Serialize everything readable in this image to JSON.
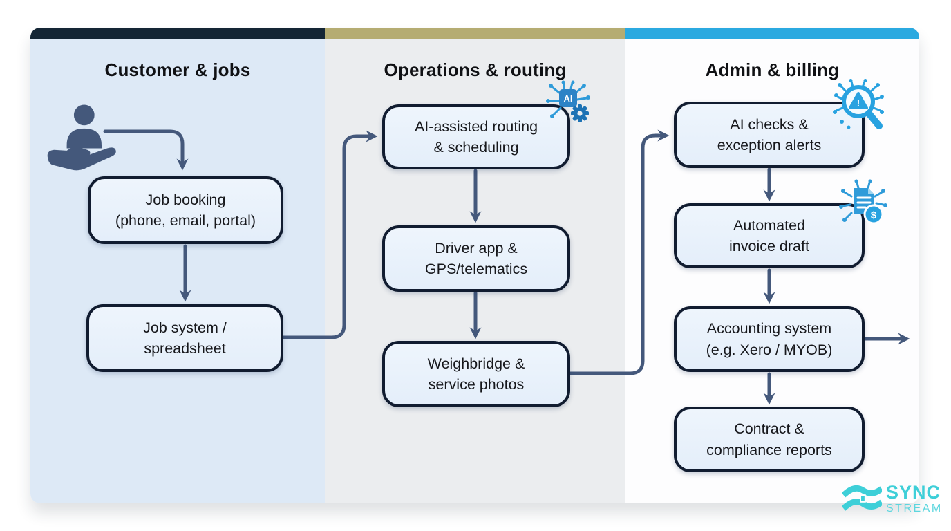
{
  "diagram": {
    "columns": [
      {
        "title": "Customer & jobs",
        "bar_color": "#142635",
        "bg_color": "#dde9f6"
      },
      {
        "title": "Operations & routing",
        "bar_color": "#b5ac72",
        "bg_color": "#ebedef"
      },
      {
        "title": "Admin & billing",
        "bar_color": "#2aa9e0",
        "bg_color": "#fdfdfe"
      }
    ],
    "nodes": {
      "job_booking": "Job booking\n(phone, email, portal)",
      "job_system": "Job system /\nspreadsheet",
      "ai_routing": "AI-assisted routing\n& scheduling",
      "driver_app": "Driver app &\nGPS/telematics",
      "weighbridge": "Weighbridge &\nservice photos",
      "ai_checks": "AI checks &\nexception alerts",
      "invoice_draft": "Automated\ninvoice draft",
      "accounting": "Accounting system\n(e.g. Xero / MYOB)",
      "contract": "Contract &\ncompliance reports"
    },
    "icons": {
      "customer": "customer-in-hand-icon",
      "ai_chip": "ai-chip-gear-icon",
      "ai_chip_label": "AI",
      "ai_scan": "ai-magnifier-alert-icon",
      "alert_symbol": "!",
      "ai_invoice": "ai-invoice-dollar-icon",
      "invoice_currency": "$"
    },
    "colors": {
      "box_border": "#111c30",
      "box_fill": "#e8f1fb",
      "arrow": "#44587b",
      "icon_blue": "#2d9edb",
      "icon_blue_dark": "#1f77b8",
      "logo_teal": "#3ecfd8"
    }
  },
  "logo": {
    "line1": "SYNC",
    "line2": "STREAM"
  }
}
